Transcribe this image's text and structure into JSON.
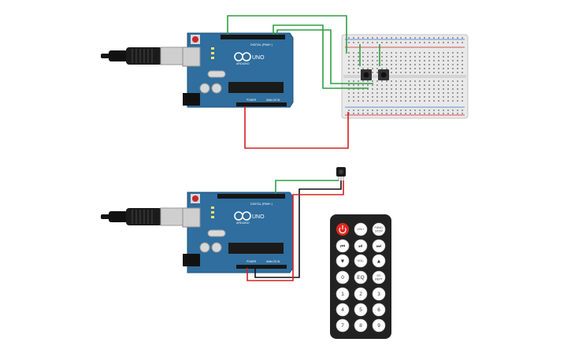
{
  "colors": {
    "board": "#2f6e9e",
    "board_dark": "#1f4f78",
    "wire_green": "#2ea043",
    "wire_red": "#d62020",
    "wire_black": "#111111",
    "breadboard": "#e8e8e8",
    "remote_body": "#222222",
    "power_button": "#e0281e"
  },
  "circuit_top": {
    "board": {
      "digital_label": "DIGITAL (PWM~)",
      "brand": "ARDUINO",
      "model": "UNO",
      "power_label": "POWER",
      "analog_label": "ANALOG IN"
    },
    "breadboard": {
      "name": "breadboard"
    },
    "buttons": [
      "pushbutton-1",
      "pushbutton-2"
    ]
  },
  "circuit_bottom": {
    "board": {
      "digital_label": "DIGITAL (PWM~)",
      "brand": "ARDUINO",
      "model": "UNO",
      "power_label": "POWER",
      "analog_label": "ANALOG IN"
    },
    "sensor": {
      "name": "ir-receiver"
    }
  },
  "remote": {
    "row1": [
      "",
      "VOL+",
      "FUNC/\nSTOP"
    ],
    "row2": [
      "⏮",
      "⏯",
      "⏭"
    ],
    "row3": [
      "▼",
      "VOL-",
      "▲"
    ],
    "row4": [
      "0",
      "EQ",
      "ST/\nREPT"
    ],
    "row5": [
      "1",
      "2",
      "3"
    ],
    "row6": [
      "4",
      "5",
      "6"
    ],
    "row7": [
      "7",
      "8",
      "9"
    ]
  }
}
